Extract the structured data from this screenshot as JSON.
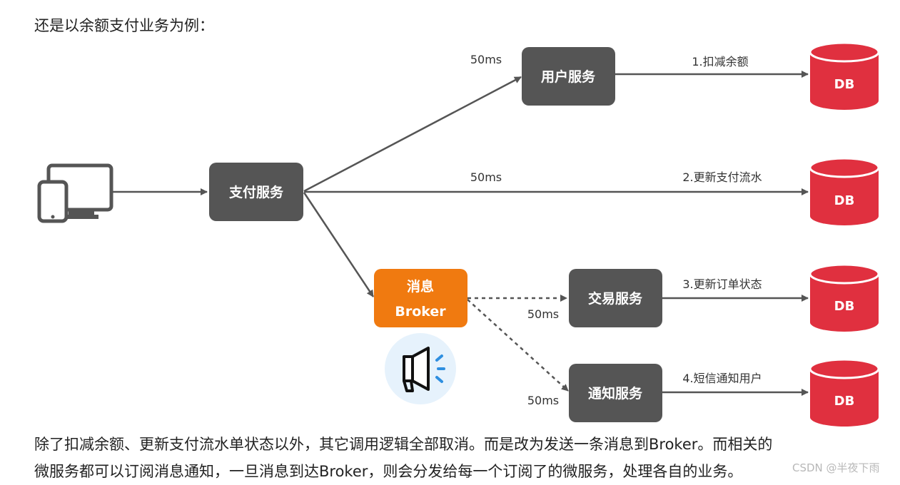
{
  "intro_text": "还是以余额支付业务为例：",
  "boxes": {
    "pay": "支付服务",
    "user": "用户服务",
    "broker_line1": "消息",
    "broker_line2": "Broker",
    "trade": "交易服务",
    "notify": "通知服务"
  },
  "db_label": "DB",
  "edges": {
    "deduct": "1.扣减余额",
    "flow": "2.更新支付流水",
    "order": "3.更新订单状态",
    "sms": "4.短信通知用户"
  },
  "latency": {
    "user": "50ms",
    "flow": "50ms",
    "trade": "50ms",
    "notify": "50ms"
  },
  "colors": {
    "service_box": "#555555",
    "broker_box": "#F07A10",
    "db": "#E0303F",
    "db_top": "#EE3A48",
    "arrow": "#555555",
    "icon_bg": "#E6F2FC"
  },
  "icons": {
    "client": "devices-icon",
    "broker": "megaphone-icon"
  },
  "outro_lines": [
    "除了扣减余额、更新支付流水单状态以外，其它调用逻辑全部取消。而是改为发送一条消息到Broker。而相关的",
    "微服务都可以订阅消息通知，一旦消息到达Broker，则会分发给每一个订阅了的微服务，处理各自的业务。"
  ],
  "watermark": "CSDN @半夜下雨"
}
